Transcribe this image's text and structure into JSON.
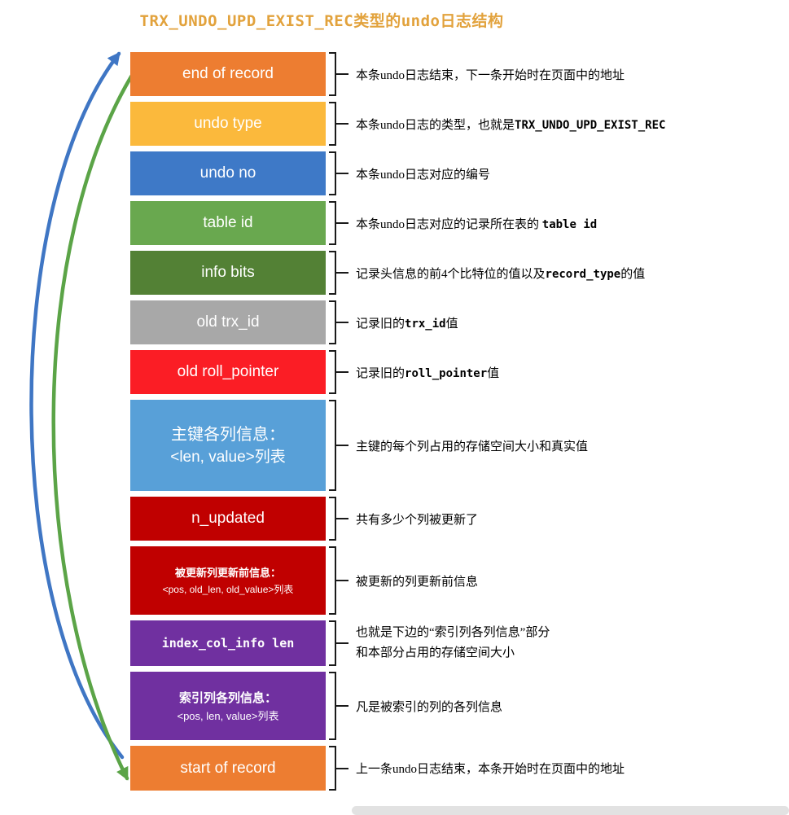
{
  "title": "TRX_UNDO_UPD_EXIST_REC类型的undo日志结构",
  "title_color": "#E2A23C",
  "arrows": {
    "blue": "#3F76C4",
    "green": "#5BA447"
  },
  "rows": [
    {
      "label": "end of record",
      "color": "#ED7D31",
      "ann": [
        {
          "t": "本条undo日志结束，下一条开始时在页面中的地址"
        }
      ]
    },
    {
      "label": "undo type",
      "color": "#FBB93C",
      "ann": [
        {
          "t": "本条undo日志的类型，也就是"
        },
        {
          "t": "TRX_UNDO_UPD_EXIST_REC"
        }
      ]
    },
    {
      "label": "undo no",
      "color": "#3E79C7",
      "ann": [
        {
          "t": "本条undo日志对应的编号"
        }
      ]
    },
    {
      "label": "table id",
      "color": "#69A84F",
      "ann": [
        {
          "t": "本条undo日志对应的记录所在表的 "
        },
        {
          "t": "table id"
        }
      ]
    },
    {
      "label": "info bits",
      "color": "#538135",
      "ann": [
        {
          "t": "记录头信息的前4个比特位的值以及"
        },
        {
          "t": "record_type"
        },
        {
          "t": "的值"
        }
      ]
    },
    {
      "label": "old trx_id",
      "color": "#A8A8A8",
      "ann": [
        {
          "t": "记录旧的"
        },
        {
          "t": "trx_id"
        },
        {
          "t": "值"
        }
      ]
    },
    {
      "label": "old roll_pointer",
      "color": "#FB1D25",
      "ann": [
        {
          "t": "记录旧的"
        },
        {
          "t": "roll_pointer"
        },
        {
          "t": "值"
        }
      ]
    },
    {
      "label_lines": [
        "主键各列信息：",
        "<len, value>列表"
      ],
      "color": "#58A0D8",
      "ann": [
        {
          "t": "主键的每个列占用的存储空间大小和真实值"
        }
      ]
    },
    {
      "label": "n_updated",
      "color": "#C00000",
      "ann": [
        {
          "t": "共有多少个列被更新了"
        }
      ]
    },
    {
      "label_lines": [
        "被更新列更新前信息：",
        "<pos, old_len, old_value>列表"
      ],
      "color": "#C00000",
      "ann": [
        {
          "t": "被更新的列更新前信息"
        }
      ]
    },
    {
      "label": "index_col_info len",
      "color": "#7030A0",
      "ann": [
        {
          "t": "也就是下边的“索引列各列信息”部分"
        },
        {
          "t": "和本部分占用的存储空间大小"
        }
      ]
    },
    {
      "label_lines": [
        "索引列各列信息：",
        "<pos, len, value>列表"
      ],
      "color": "#7030A0",
      "ann": [
        {
          "t": "凡是被索引的列的各列信息"
        }
      ]
    },
    {
      "label": "start of record",
      "color": "#ED7D31",
      "ann": [
        {
          "t": "上一条undo日志结束，本条开始时在页面中的地址"
        }
      ]
    }
  ]
}
